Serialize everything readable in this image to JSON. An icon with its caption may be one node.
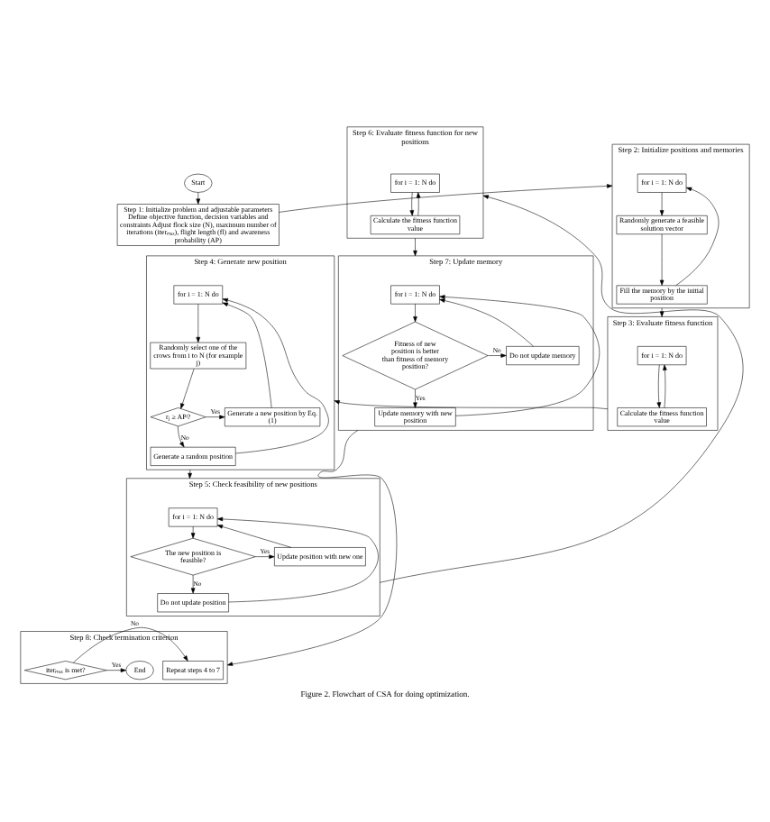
{
  "diagram": {
    "caption": "Figure 2. Flowchart of CSA for doing optimization.",
    "nodes": [
      {
        "text": [
          "Start"
        ]
      },
      {
        "text": [
          "Step 1: Initialize problem and adjustable parameters",
          "Define objective function, decision variables and constraints Adjust flock size (N), maximum number of iterations (iterₘₐₓ), flight length (fl) and awareness probability (AP)"
        ]
      },
      {
        "text": [
          "Step 2: Initialize positions and memories"
        ]
      },
      {
        "text": [
          "for i = 1: N do"
        ],
        "in": 2
      },
      {
        "text": [
          "Randomly generate a feasible solution vector"
        ],
        "in": 2
      },
      {
        "text": [
          "Fill the memory by the initial position"
        ],
        "in": 2
      },
      {
        "text": [
          "Step 3: Evaluate fitness function"
        ]
      },
      {
        "text": [
          "for i = 1: N do"
        ],
        "in": 6
      },
      {
        "text": [
          "Calculate the fitness function value"
        ],
        "in": 6
      },
      {
        "text": [
          "Step 4: Generate new position"
        ]
      },
      {
        "text": [
          "for i = 1: N do"
        ],
        "in": 9
      },
      {
        "text": [
          "Randomly select one of the crows from i to N (for example j)"
        ],
        "in": 9
      },
      {
        "text": [
          "rⱼ ≥ APʲ?"
        ],
        "in": 9
      },
      {
        "text": [
          "Generate a new position by Eq. (1)"
        ],
        "in": 9
      },
      {
        "text": [
          "Generate a random position"
        ],
        "in": 9
      },
      {
        "text": [
          "Step 5: Check feasibility of new positions"
        ]
      },
      {
        "text": [
          "for i = 1: N do"
        ],
        "in": 15
      },
      {
        "text": [
          "The new position is feasible?"
        ],
        "in": 15
      },
      {
        "text": [
          "Update position with new one"
        ],
        "in": 15
      },
      {
        "text": [
          "Do not update position"
        ],
        "in": 15
      },
      {
        "text": [
          "Step 6: Evaluate fitness function for new positions"
        ]
      },
      {
        "text": [
          "for i = 1: N do"
        ],
        "in": 20
      },
      {
        "text": [
          "Calculate the fitness function value"
        ],
        "in": 20
      },
      {
        "text": [
          "Step 7: Update memory"
        ]
      },
      {
        "text": [
          "for i = 1: N do"
        ],
        "in": 23
      },
      {
        "text": [
          "Fitness of new position is better than fitness of memory position?"
        ],
        "in": 23
      },
      {
        "text": [
          "Do not update memory"
        ],
        "in": 23
      },
      {
        "text": [
          "Update memory with new position"
        ],
        "in": 23
      },
      {
        "text": [
          "Step 8: Check termination criterion"
        ]
      },
      {
        "text": [
          "Repeat steps 4 to 7"
        ],
        "in": 28
      },
      {
        "text": [
          "iterₘₐₓ is met?"
        ],
        "in": 28
      },
      {
        "text": [
          "End"
        ],
        "in": 28
      }
    ],
    "edges": [
      {
        "from": 0,
        "to": 1,
        "arrow": "to"
      },
      {
        "from": 1,
        "to": 2,
        "arrow": "to"
      },
      {
        "from": 3,
        "to": 4,
        "arrow": "to"
      },
      {
        "from": 4,
        "to": 5,
        "arrow": "to"
      },
      {
        "from": 5,
        "to": 3,
        "arrow": "to"
      },
      {
        "from": 2,
        "to": 6,
        "arrow": "to"
      },
      {
        "from": 7,
        "to": 8,
        "arrow": "to"
      },
      {
        "from": 8,
        "to": 7,
        "arrow": "to"
      },
      {
        "from": 6,
        "to": 9,
        "arrow": "to"
      },
      {
        "from": 10,
        "to": 11,
        "arrow": "to"
      },
      {
        "from": 11,
        "to": 12,
        "arrow": "to"
      },
      {
        "from": 12,
        "to": 13,
        "arrow": "to",
        "label": "Yes"
      },
      {
        "from": 12,
        "to": 14,
        "arrow": "to",
        "label": "No"
      },
      {
        "from": 13,
        "to": 10,
        "arrow": "to"
      },
      {
        "from": 14,
        "to": 10,
        "arrow": "to"
      },
      {
        "from": 9,
        "to": 15,
        "arrow": "to"
      },
      {
        "from": 16,
        "to": 17,
        "arrow": "to"
      },
      {
        "from": 17,
        "to": 18,
        "arrow": "to",
        "label": "Yes"
      },
      {
        "from": 17,
        "to": 19,
        "arrow": "to",
        "label": "No"
      },
      {
        "from": 18,
        "to": 16,
        "arrow": "to"
      },
      {
        "from": 19,
        "to": 16,
        "arrow": "to"
      },
      {
        "from": 15,
        "to": 20,
        "arrow": "to"
      },
      {
        "from": 21,
        "to": 22,
        "arrow": "to"
      },
      {
        "from": 22,
        "to": 21,
        "arrow": "to"
      },
      {
        "from": 20,
        "to": 23,
        "arrow": "to"
      },
      {
        "from": 24,
        "to": 25,
        "arrow": "to"
      },
      {
        "from": 25,
        "to": 26,
        "arrow": "to",
        "label": "No"
      },
      {
        "from": 25,
        "to": 27,
        "arrow": "to",
        "label": "Yes"
      },
      {
        "from": 26,
        "to": 24,
        "arrow": "to"
      },
      {
        "from": 27,
        "to": 24,
        "arrow": "to"
      },
      {
        "from": 23,
        "to": 28,
        "arrow": "to"
      },
      {
        "from": 30,
        "to": 29,
        "arrow": "to",
        "label": "No"
      },
      {
        "from": 30,
        "to": 31,
        "arrow": "to",
        "label": "Yes"
      }
    ]
  }
}
